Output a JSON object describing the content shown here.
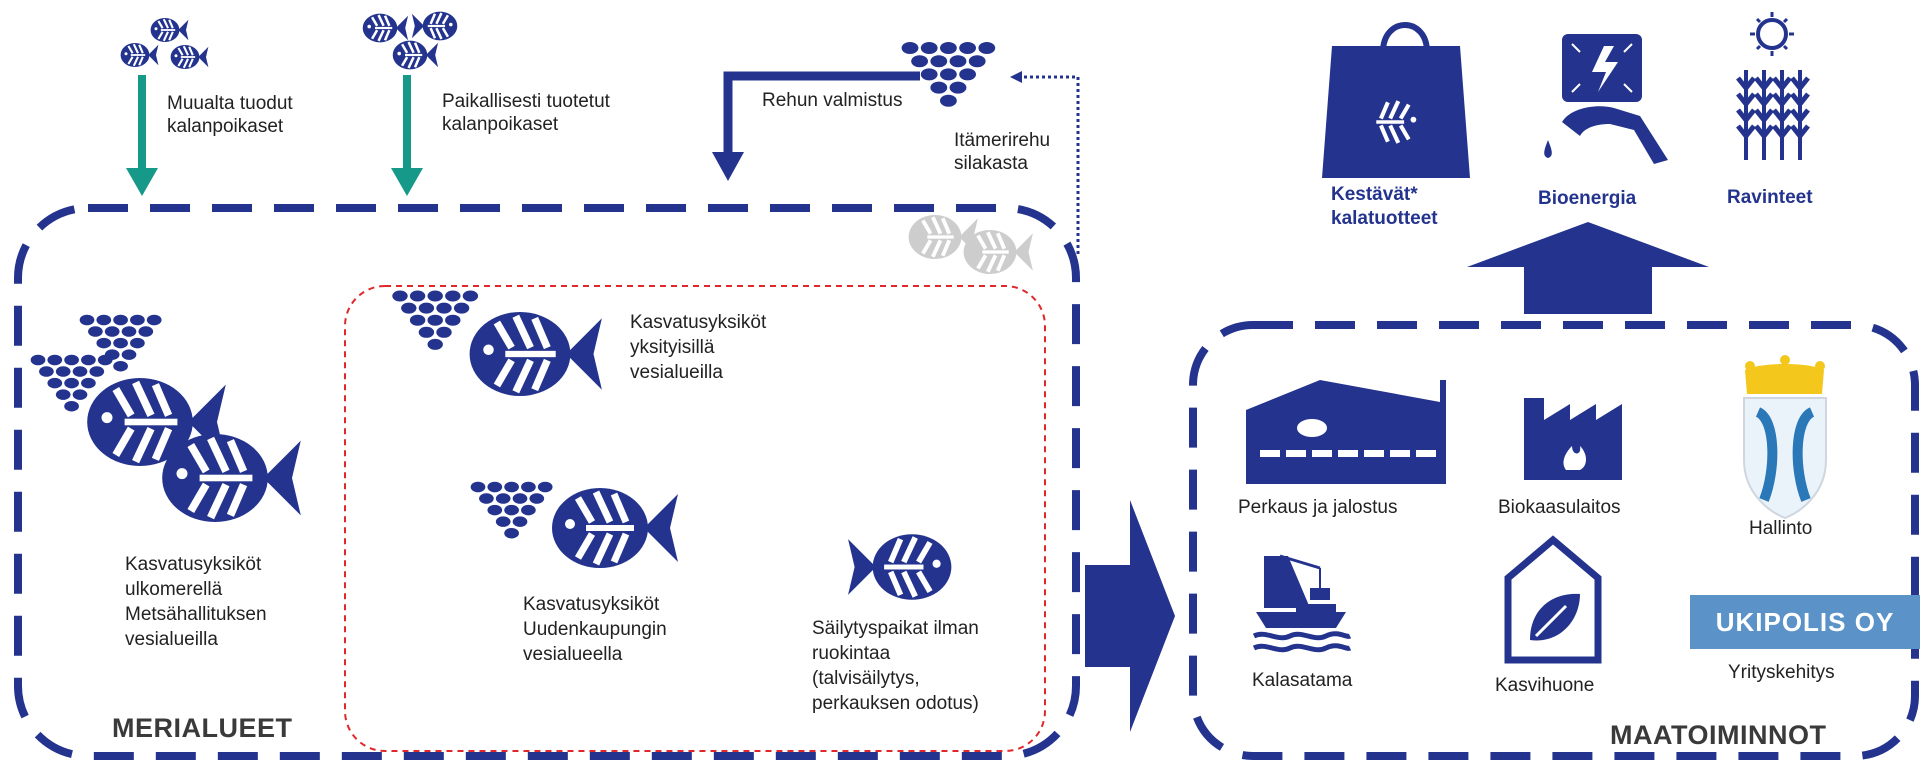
{
  "colors": {
    "navy": "#24348e",
    "teal": "#17998a",
    "grey": "#c8c8c8",
    "red": "#e0282a",
    "logo_bg": "#5b93c9"
  },
  "top": {
    "imported_fry": [
      "Muualta tuodut",
      "kalanpoikaset"
    ],
    "local_fry": [
      "Paikallisesti tuotetut",
      "kalanpoikaset"
    ],
    "feed_production": "Rehun valmistus",
    "baltic_feed": [
      "Itämerirehu",
      "silakasta"
    ]
  },
  "sea": {
    "zone_label": "MERIALUEET",
    "offshore_units": [
      "Kasvatusyksiköt",
      "ulkomerellä",
      "Metsähallituksen",
      "vesialueilla"
    ],
    "private_units": [
      "Kasvatusyksiköt",
      "yksityisillä",
      "vesialueilla"
    ],
    "city_units": [
      "Kasvatusyksiköt",
      "Uudenkaupungin",
      "vesialueella"
    ],
    "storage": [
      "Säilytyspaikat ilman",
      "ruokintaa",
      "(talvisäilytys,",
      "perkauksen odotus)"
    ]
  },
  "products": {
    "fish_products": [
      "Kestävät*",
      "kalatuotteet"
    ],
    "bioenergy": "Bioenergia",
    "nutrients": "Ravinteet"
  },
  "land": {
    "zone_label": "MAATOIMINNOT",
    "processing": "Perkaus ja jalostus",
    "biogas": "Biokaasulaitos",
    "administration": "Hallinto",
    "harbour": "Kalasatama",
    "greenhouse": "Kasvihuone",
    "business_dev": "Yrityskehitys",
    "company_logo": "UKIPOLIS OY"
  },
  "icons": [
    "fish-icon",
    "feed-pellets-icon",
    "shopping-bag-icon",
    "solar-panel-icon",
    "fuel-nozzle-icon",
    "sun-icon",
    "wheat-icon",
    "factory-icon",
    "biogas-plant-icon",
    "coat-of-arms-icon",
    "harbour-crane-icon",
    "greenhouse-icon"
  ]
}
